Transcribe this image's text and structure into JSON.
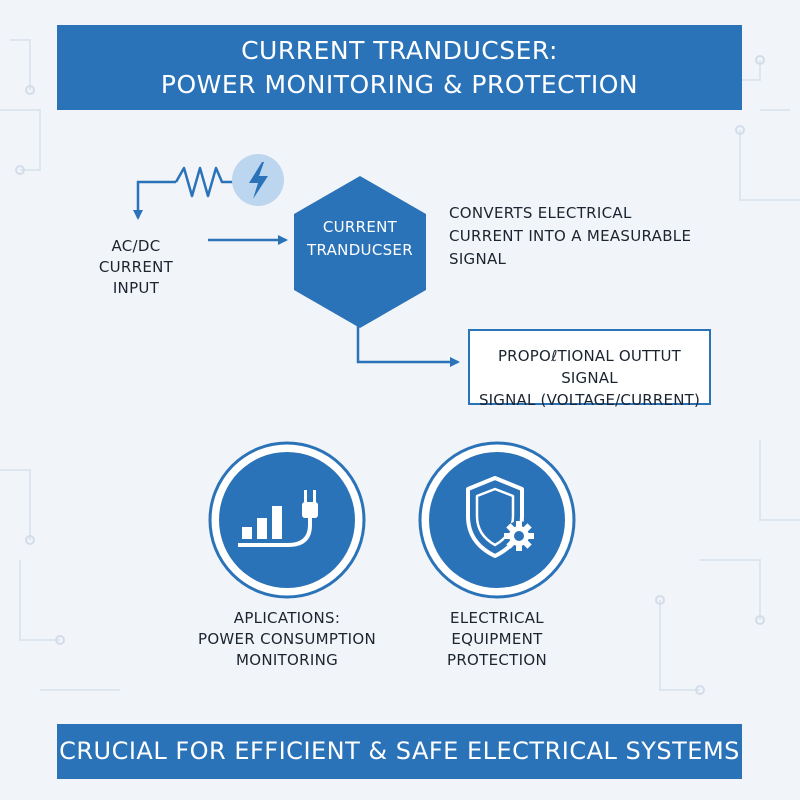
{
  "header": {
    "title_line1": "CURRENT TRANDUCSER:",
    "title_line2": "POWER MONITORING & PROTECTION"
  },
  "input": {
    "label_line1": "AC/DC CURRENT",
    "label_line2": "INPUT"
  },
  "transducer": {
    "label_line1": "CURRENT",
    "label_line2": "TRANDUCSER",
    "description_line1": "CONVERTS ELECTRICAL",
    "description_line2": "CURRENT INTO A MEASURABLE",
    "description_line3": "SIGNAL"
  },
  "output": {
    "label_line1": "PROPOℓTIONAL OUTTUT SIGNAL",
    "label_line2": "SIGNAL (VOLTAGE/CURRENT)"
  },
  "applications": [
    {
      "icon": "bar-chart-plug-icon",
      "label_line1": "APLICATIONS:",
      "label_line2": "POWER CONSUMPTION",
      "label_line3": "MONITORING"
    },
    {
      "icon": "shield-gear-icon",
      "label_line1": "ELECTRICAL",
      "label_line2": "EQUIPMENT",
      "label_line3": "PROTECTION"
    }
  ],
  "footer": {
    "text": "CRUCIAL FOR EFFICIENT & SAFE ELECTRICAL SYSTEMS"
  },
  "colors": {
    "accent": "#2b73b8",
    "background": "#f1f4f9",
    "bolt_circle": "#bcd6f0"
  }
}
